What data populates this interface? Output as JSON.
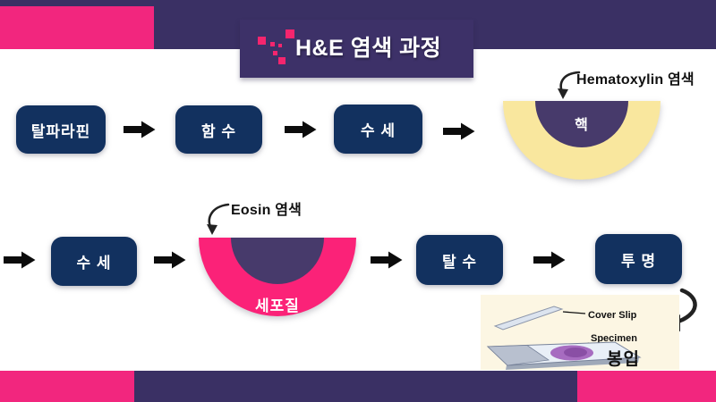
{
  "header": {
    "title": "H&E 염색 과정"
  },
  "steps": {
    "deparaffinization": "탈파라핀",
    "hydration": "함 수",
    "wash_1": "수 세",
    "wash_2": "수 세",
    "dehydration": "탈 수",
    "clearing": "투 명"
  },
  "stains": {
    "hematoxylin": {
      "annotation": "Hematoxylin 염색",
      "target_label": "핵",
      "outer_color": "#f9e79e",
      "inner_color": "#473a6b"
    },
    "eosin": {
      "annotation": "Eosin 염색",
      "target_label": "세포질",
      "outer_color": "#fb2278",
      "inner_color": "#473a6b"
    }
  },
  "mounting": {
    "cover_slip_label": "Cover Slip",
    "specimen_label": "Specimen",
    "caption": "봉입"
  },
  "icons": {
    "title_decoration": "pixel-sparkle-icon",
    "flow_arrow": "right-arrow-icon",
    "annotation_arrow": "curved-down-arrow-icon",
    "mount_arrow": "curved-swoosh-arrow-icon"
  },
  "colors": {
    "band_purple": "#3a3064",
    "banner_purple": "#3d3168",
    "accent_pink": "#f2267e",
    "box_navy": "#12315f",
    "hematoxylin_yellow": "#f9e79e",
    "eosin_pink": "#fb2278",
    "stain_inner_purple": "#473a6b",
    "illustration_cream": "#fcf6e3",
    "arrow_black": "#0c0c0c"
  }
}
